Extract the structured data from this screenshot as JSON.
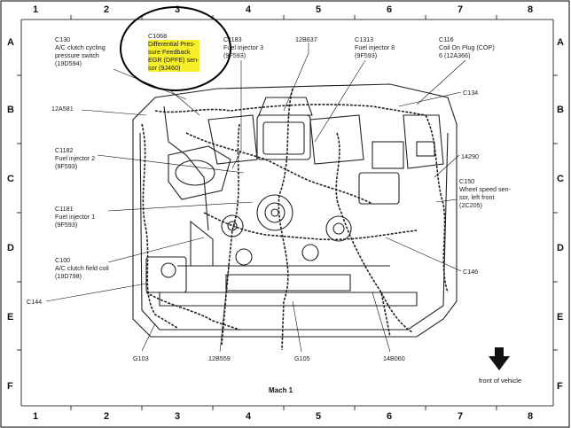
{
  "grid": {
    "columns": [
      "1",
      "2",
      "3",
      "4",
      "5",
      "6",
      "7",
      "8"
    ],
    "rows": [
      "A",
      "B",
      "C",
      "D",
      "E",
      "F"
    ]
  },
  "labels": {
    "c130": [
      "C130",
      "A/C clutch cycling",
      "pressure switch",
      "(19D594)"
    ],
    "c1068": [
      "C1068",
      "Differential Pres-",
      "sure Feedback",
      "EGR (DPFE) sen-",
      "sor (9J460)"
    ],
    "c1183": [
      "C1183",
      "Fuel injector 3",
      "(9F593)"
    ],
    "b12b637": [
      "12B637"
    ],
    "c1313": [
      "C1313",
      "Fuel injector 8",
      "(9F593)"
    ],
    "c116": [
      "C116",
      "Coil On Plug (COP)",
      "6 (12A366)"
    ],
    "a12a581": [
      "12A581"
    ],
    "c134": [
      "C134"
    ],
    "c1182": [
      "C1182",
      "Fuel injector 2",
      "(9F593)"
    ],
    "n14290": [
      "14290"
    ],
    "c150": [
      "C150",
      "Wheel speed sen-",
      "sor, left front",
      "(2C205)"
    ],
    "c1181": [
      "C1181",
      "Fuel injector 1",
      "(9F593)"
    ],
    "c100": [
      "C100",
      "A/C clutch field coil",
      "(19D798)"
    ],
    "c146": [
      "C146"
    ],
    "c144": [
      "C144"
    ],
    "g103": [
      "G103"
    ],
    "b12b559": [
      "12B559"
    ],
    "g105": [
      "G105"
    ],
    "n14b060": [
      "14B060"
    ]
  },
  "title": "Mach 1",
  "front_of_vehicle": "front of vehicle",
  "highlight_color": "#f7ef2a"
}
